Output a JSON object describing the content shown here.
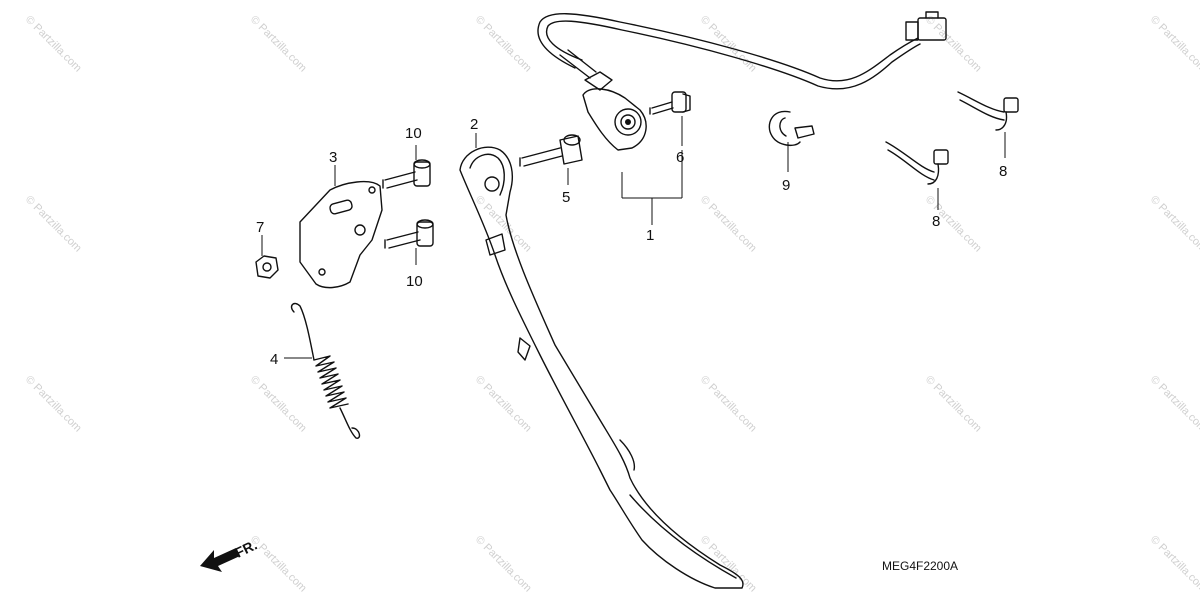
{
  "diagram": {
    "callouts": {
      "p1": "1",
      "p2": "2",
      "p3": "3",
      "p4": "4",
      "p5": "5",
      "p6": "6",
      "p7": "7",
      "p8a": "8",
      "p8b": "8",
      "p9": "9",
      "p10a": "10",
      "p10b": "10"
    },
    "direction_label": "FR.",
    "diagram_code": "MEG4F2200A",
    "watermark_text": "© Partzilla.com",
    "stroke_color": "#111111"
  }
}
